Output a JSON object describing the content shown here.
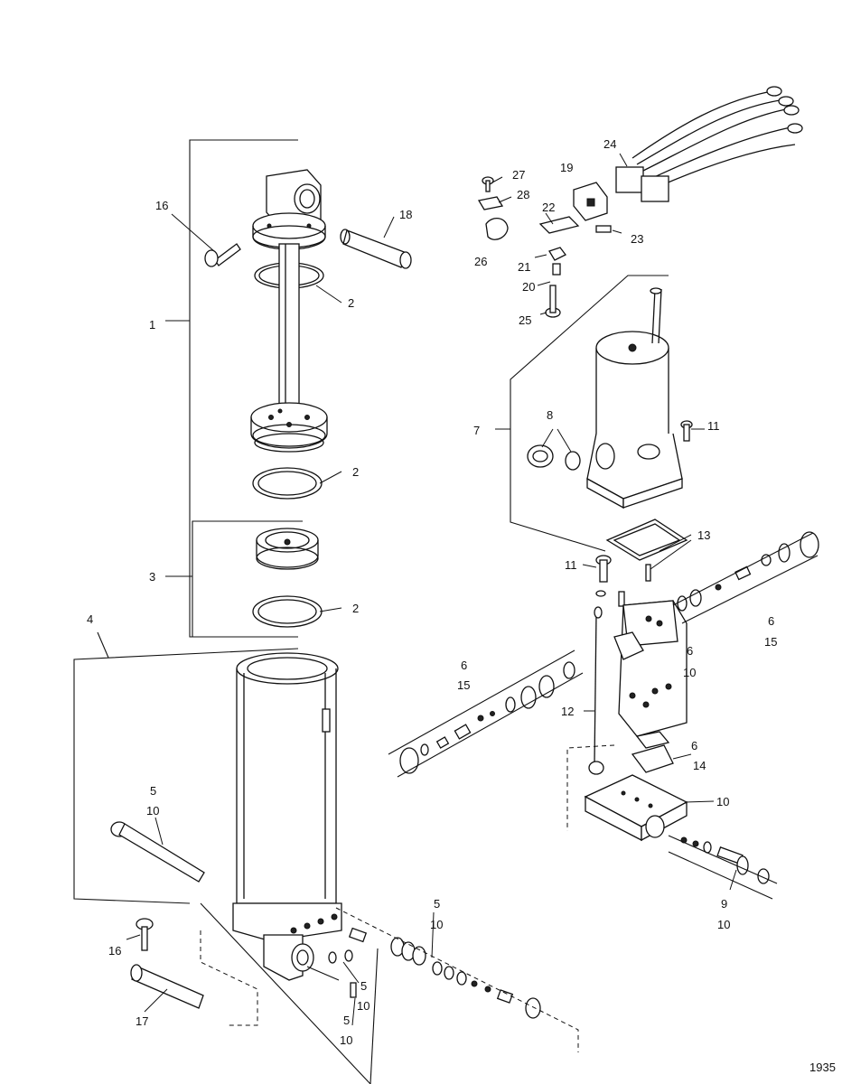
{
  "figure_number": "1935",
  "callouts": {
    "c1": "1",
    "c2a": "2",
    "c2b": "2",
    "c2c": "2",
    "c3": "3",
    "c4": "4",
    "c5a": "5",
    "c10a": "10",
    "c16a": "16",
    "c18": "18",
    "c16b": "16",
    "c17": "17",
    "c5b": "5",
    "c10b": "10",
    "c5c": "5",
    "c10c": "10",
    "c5d": "5",
    "c10d": "10",
    "c27": "27",
    "c28": "28",
    "c19": "19",
    "c22": "22",
    "c23": "23",
    "c24": "24",
    "c26": "26",
    "c21": "21",
    "c20": "20",
    "c25": "25",
    "c7": "7",
    "c8": "8",
    "c11a": "11",
    "c13": "13",
    "c11b": "11",
    "c6a": "6",
    "c15a": "15",
    "c6b": "6",
    "c10e": "10",
    "c6c": "6",
    "c15b": "15",
    "c12": "12",
    "c6d": "6",
    "c14": "14",
    "c10f": "10",
    "c9": "9",
    "c10g": "10"
  }
}
